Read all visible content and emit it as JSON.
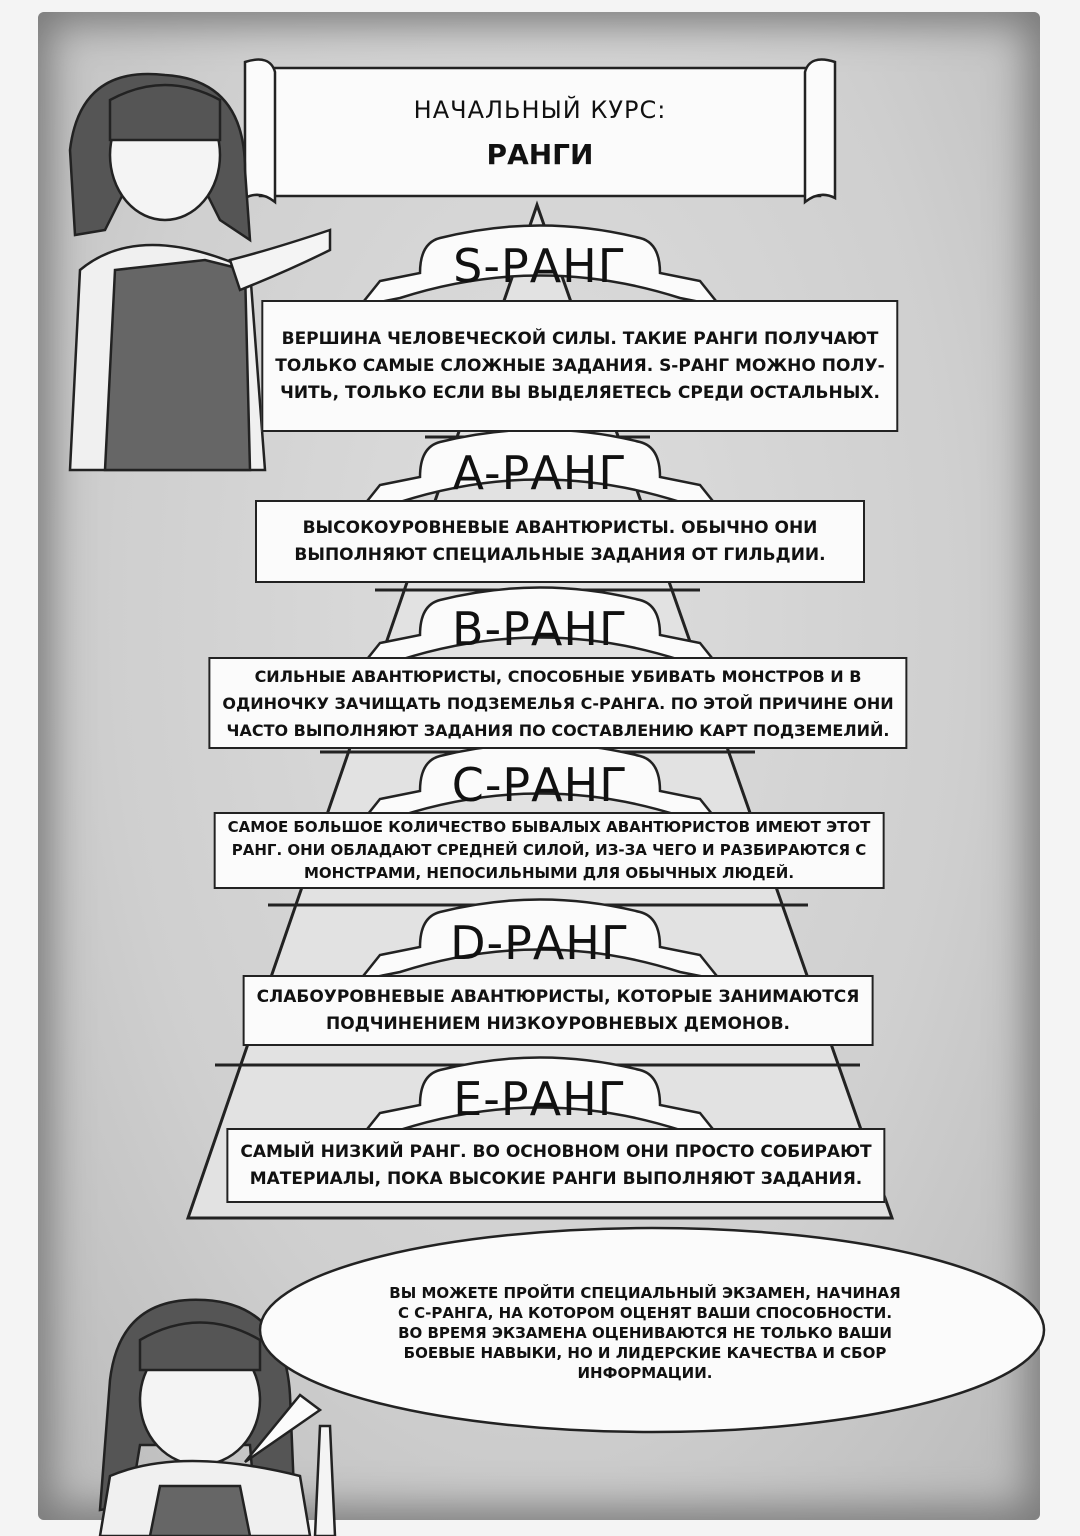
{
  "header": {
    "line1": "НАЧАЛЬНЫЙ КУРС:",
    "line2": "РАНГИ"
  },
  "ranks": [
    {
      "title": "S-РАНГ",
      "lines": [
        "ВЕРШИНА ЧЕЛОВЕЧЕСКОЙ СИЛЫ. ТАКИЕ РАНГИ ПОЛУЧАЮТ",
        "ТОЛЬКО САМЫЕ СЛОЖНЫЕ ЗАДАНИЯ. S-РАНГ МОЖНО ПОЛУ-",
        "ЧИТЬ, ТОЛЬКО ЕСЛИ ВЫ ВЫДЕЛЯЕТЕСЬ СРЕДИ ОСТАЛЬНЫХ."
      ]
    },
    {
      "title": "A-РАНГ",
      "lines": [
        "ВЫСОКОУРОВНЕВЫЕ АВАНТЮРИСТЫ. ОБЫЧНО ОНИ",
        "ВЫПОЛНЯЮТ СПЕЦИАЛЬНЫЕ ЗАДАНИЯ ОТ ГИЛЬДИИ."
      ]
    },
    {
      "title": "B-РАНГ",
      "lines": [
        "СИЛЬНЫЕ АВАНТЮРИСТЫ, СПОСОБНЫЕ УБИВАТЬ МОНСТРОВ И В",
        "ОДИНОЧКУ ЗАЧИЩАТЬ ПОДЗЕМЕЛЬЯ С-РАНГА. ПО ЭТОЙ ПРИЧИНЕ ОНИ",
        "ЧАСТО ВЫПОЛНЯЮТ ЗАДАНИЯ ПО СОСТАВЛЕНИЮ КАРТ ПОДЗЕМЕЛИЙ."
      ]
    },
    {
      "title": "C-РАНГ",
      "lines": [
        "САМОЕ БОЛЬШОЕ КОЛИЧЕСТВО БЫВАЛЫХ АВАНТЮРИСТОВ ИМЕЮТ ЭТОТ",
        "РАНГ. ОНИ ОБЛАДАЮТ СРЕДНЕЙ СИЛОЙ, ИЗ-ЗА ЧЕГО И РАЗБИРАЮТСЯ С",
        "МОНСТРАМИ, НЕПОСИЛЬНЫМИ ДЛЯ ОБЫЧНЫХ ЛЮДЕЙ."
      ]
    },
    {
      "title": "D-РАНГ",
      "lines": [
        "СЛАБОУРОВНЕВЫЕ АВАНТЮРИСТЫ, КОТОРЫЕ ЗАНИМАЮТСЯ",
        "ПОДЧИНЕНИЕМ НИЗКОУРОВНЕВЫХ ДЕМОНОВ."
      ]
    },
    {
      "title": "E-РАНГ",
      "lines": [
        "САМЫЙ НИЗКИЙ РАНГ. ВО ОСНОВНОМ ОНИ ПРОСТО СОБИРАЮТ",
        "МАТЕРИАЛЫ, ПОКА ВЫСОКИЕ РАНГИ ВЫПОЛНЯЮТ ЗАДАНИЯ."
      ]
    }
  ],
  "speech": {
    "lines": [
      "ВЫ МОЖЕТЕ ПРОЙТИ СПЕЦИАЛЬНЫЙ ЭКЗАМЕН, НАЧИНАЯ",
      "С С-РАНГА, НА КОТОРОМ ОЦЕНЯТ ВАШИ СПОСОБНОСТИ.",
      "ВО ВРЕМЯ ЭКЗАМЕНА ОЦЕНИВАЮТСЯ НЕ ТОЛЬКО ВАШИ",
      "БОЕВЫЕ НАВЫКИ, НО И ЛИДЕРСКИЕ КАЧЕСТВА И СБОР",
      "ИНФОРМАЦИИ."
    ]
  }
}
